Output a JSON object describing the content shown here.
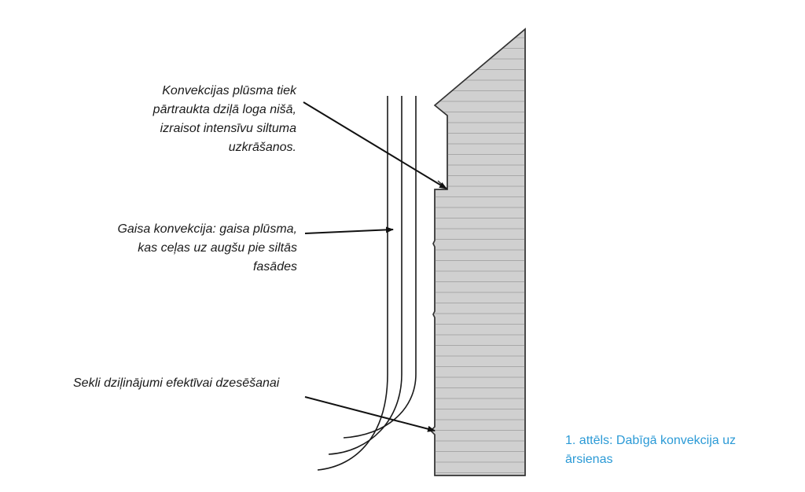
{
  "annotations": {
    "window_niche": {
      "lines": [
        "Konvekcijas plūsma tiek",
        "pārtraukta dziļā loga nišā,",
        "izraisot intensīvu siltuma",
        "uzkrāšanos."
      ]
    },
    "air_convection": {
      "lines": [
        "Gaisa konvekcija: gaisa plūsma,",
        "kas ceļas uz augšu pie siltās",
        "fasādes"
      ]
    },
    "shallow_recesses": {
      "lines": [
        "Sekli dziļinājumi efektīvai dzesēšanai"
      ]
    }
  },
  "caption": {
    "lines": [
      "1. attēls: Dabīgā konvekcija uz",
      "ārsienas"
    ]
  },
  "colors": {
    "wall_fill": "#d0d0d0",
    "wall_stroke": "#333333",
    "hatch": "#a8a8a8",
    "caption": "#2b9ad6",
    "arrow": "#111111"
  }
}
